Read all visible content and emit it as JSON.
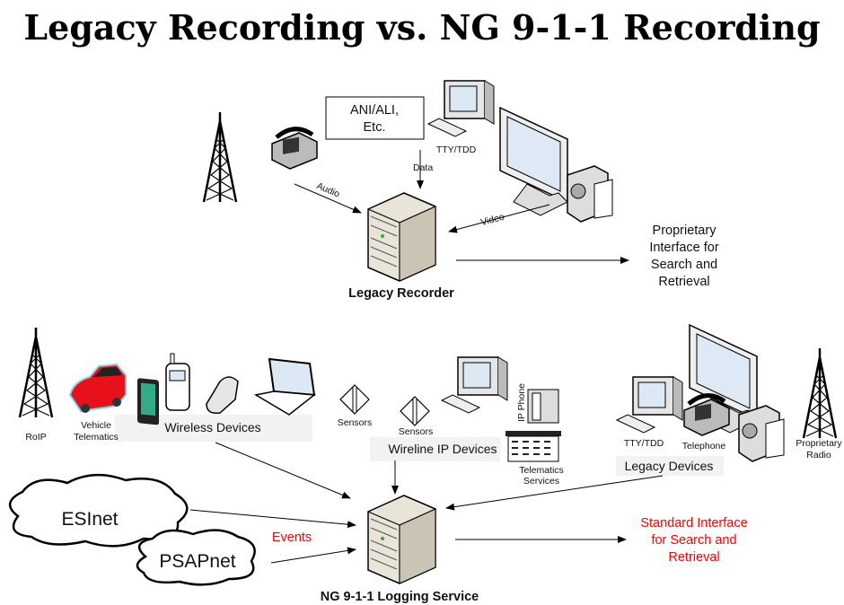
{
  "title": "Legacy Recording vs. NG 9-1-1 Recording",
  "legacy": {
    "ani_box": [
      "ANI/ALI,",
      "Etc."
    ],
    "tty_label": "TTY/TDD",
    "data_label": "Data",
    "audio_label": "Audio",
    "video_label": "Video",
    "recorder_label": "Legacy Recorder",
    "interface_lines": [
      "Proprietary",
      "Interface for",
      "Search and",
      "Retrieval"
    ]
  },
  "ng": {
    "roip_label": "RoIP",
    "vehicle_label": [
      "Vehicle",
      "Telematics"
    ],
    "wireless_label": "Wireless Devices",
    "sensors_label_1": "Sensors",
    "sensors_label_2": "Sensors",
    "ip_phone_label": "IP Phone",
    "wireline_label": "Wireline IP Devices",
    "telematics_services_label": [
      "Telematics",
      "Services"
    ],
    "tty_label": "TTY/TDD",
    "telephone_label": "Telephone",
    "legacy_devices_label": "Legacy Devices",
    "radio_label": [
      "Proprietary",
      "Radio"
    ],
    "esinet_label": "ESInet",
    "psapnet_label": "PSAPnet",
    "events_label": "Events",
    "logging_label": "NG 9-1-1 Logging Service",
    "interface_lines": [
      "Standard Interface",
      "for Search and",
      "Retrieval"
    ]
  },
  "colors": {
    "accent_red": "#ff0000",
    "band_gray": "#f2f2f2",
    "car_red": "#e8101a"
  }
}
